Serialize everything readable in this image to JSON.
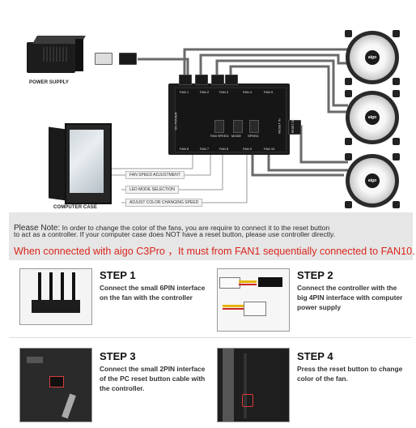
{
  "diagram": {
    "power_supply_label": "POWER SUPPLY",
    "computer_case_label": "COMPUTER CASE",
    "hub": {
      "fan_ports_top": [
        "FAN 1",
        "FAN 2",
        "FAN 3",
        "FAN 4",
        "FAN 5"
      ],
      "fan_ports_bottom": [
        "FAN 6",
        "FAN 7",
        "FAN 8",
        "FAN 9",
        "FAN 10"
      ],
      "dc_power": "DC POWER",
      "reset_in": "RESET IN",
      "reset_sw": "RESET SW",
      "center_labels": [
        "FAN SPEED",
        "MODE",
        "SPEED"
      ]
    },
    "annotations": [
      "FAN SPEED ADJUSTMENT",
      "LED MODE SELECTION",
      "ADJUST COLOR CHANGING SPEED"
    ],
    "fan_brand": "aigo"
  },
  "note": {
    "heading": "Please Note:",
    "line1": " In order to change the color of the fans, you are require to connect it to the reset button",
    "line2": "to act as a controller. If your computer case does NOT have a reset button, please use controller directly.",
    "red_line": "When connected with aigo C3Pro ，It must from FAN1 sequentially connected to FAN10."
  },
  "steps": [
    {
      "title": "STEP 1",
      "text": [
        "Connect the small 6PIN interface",
        "on the fan with the controller"
      ]
    },
    {
      "title": "STEP 2",
      "text": [
        "Connect the controller with the",
        "big 4PIN interface with computer",
        "power supply"
      ]
    },
    {
      "title": "STEP 3",
      "text": [
        "Connect the small 2PIN interface",
        "of the PC reset button cable with",
        "the controller."
      ]
    },
    {
      "title": "STEP 4",
      "text": [
        "Press the reset button to change",
        "color of the fan."
      ]
    }
  ]
}
